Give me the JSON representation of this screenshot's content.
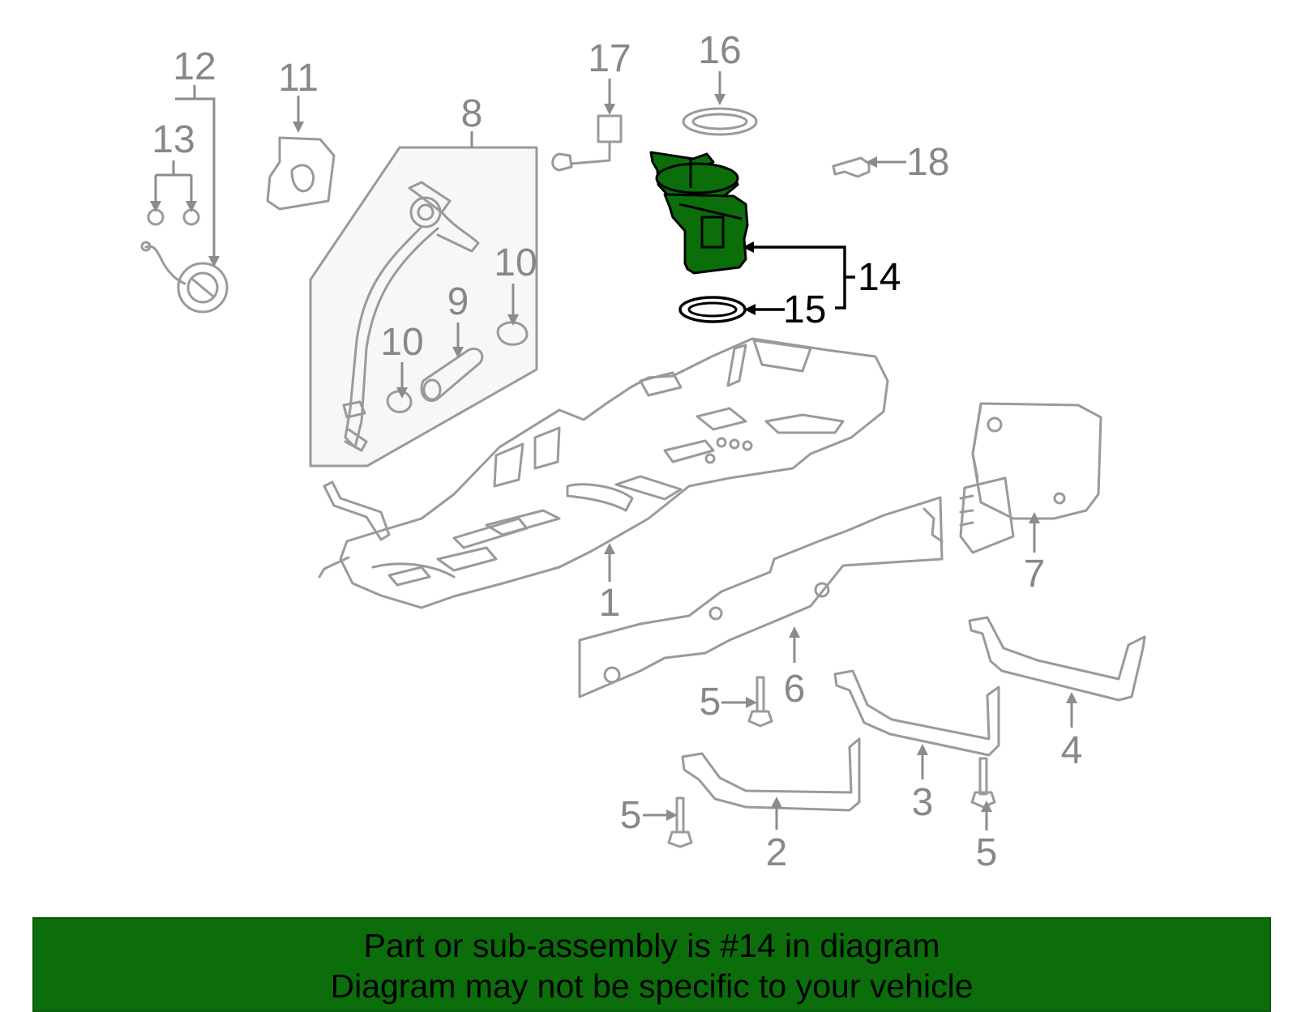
{
  "callouts": [
    "1",
    "2",
    "3",
    "4",
    "5",
    "5",
    "5",
    "6",
    "7",
    "8",
    "9",
    "10",
    "10",
    "11",
    "12",
    "13",
    "14",
    "15",
    "16",
    "17",
    "18"
  ],
  "highlighted_part": "14",
  "colors": {
    "highlight": "#0b6e0b",
    "part_stroke": "#9a9a9a",
    "label_gray": "#888888",
    "banner_bg": "#0b6e0b"
  },
  "banner": {
    "line1": "Part or sub-assembly is #14 in diagram",
    "line2": "Diagram may not be specific to your vehicle"
  }
}
